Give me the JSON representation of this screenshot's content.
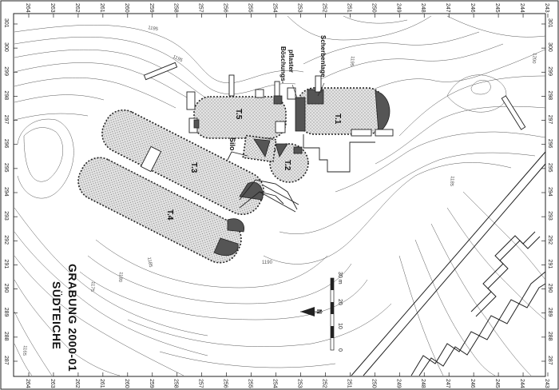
{
  "map": {
    "title_line1": "SÜDTEICHE",
    "title_line2": "GRABUNG 2000-01",
    "top_ticks": [
      "264",
      "263",
      "262",
      "261",
      "260",
      "259",
      "258",
      "257",
      "256",
      "255",
      "254",
      "253",
      "252",
      "251",
      "250",
      "249",
      "248",
      "247",
      "246",
      "245",
      "244",
      "243"
    ],
    "bottom_ticks": [
      "264",
      "263",
      "262",
      "261",
      "260",
      "259",
      "258",
      "257",
      "256",
      "255",
      "254",
      "253",
      "252",
      "251",
      "250",
      "249",
      "248",
      "247",
      "246",
      "245",
      "244",
      "243"
    ],
    "left_ticks": [
      "301",
      "300",
      "299",
      "298",
      "297",
      "296",
      "295",
      "294",
      "293",
      "292",
      "291",
      "290",
      "289",
      "288",
      "287"
    ],
    "right_ticks": [
      "301",
      "300",
      "299",
      "298",
      "297",
      "296",
      "295",
      "294",
      "293",
      "292",
      "291",
      "290",
      "289",
      "288",
      "287"
    ],
    "features": {
      "t1": "T.1",
      "t2": "T.2",
      "t3": "T.3",
      "t4": "T.4",
      "t5": "T.5",
      "silo": "Silo",
      "boeschung": "Böschungs-\npflaster",
      "boeschung_line1": "Böschungs-",
      "boeschung_line2": "pflaster",
      "scherbenlage": "Scherbenlage"
    },
    "contour_labels": [
      "1195",
      "1195",
      "1200",
      "1195",
      "1185",
      "1180",
      "1175",
      "1185",
      "1190",
      "1165"
    ],
    "scale": {
      "ticks": [
        "0",
        "10",
        "20",
        "30 m"
      ],
      "north": "N"
    }
  }
}
